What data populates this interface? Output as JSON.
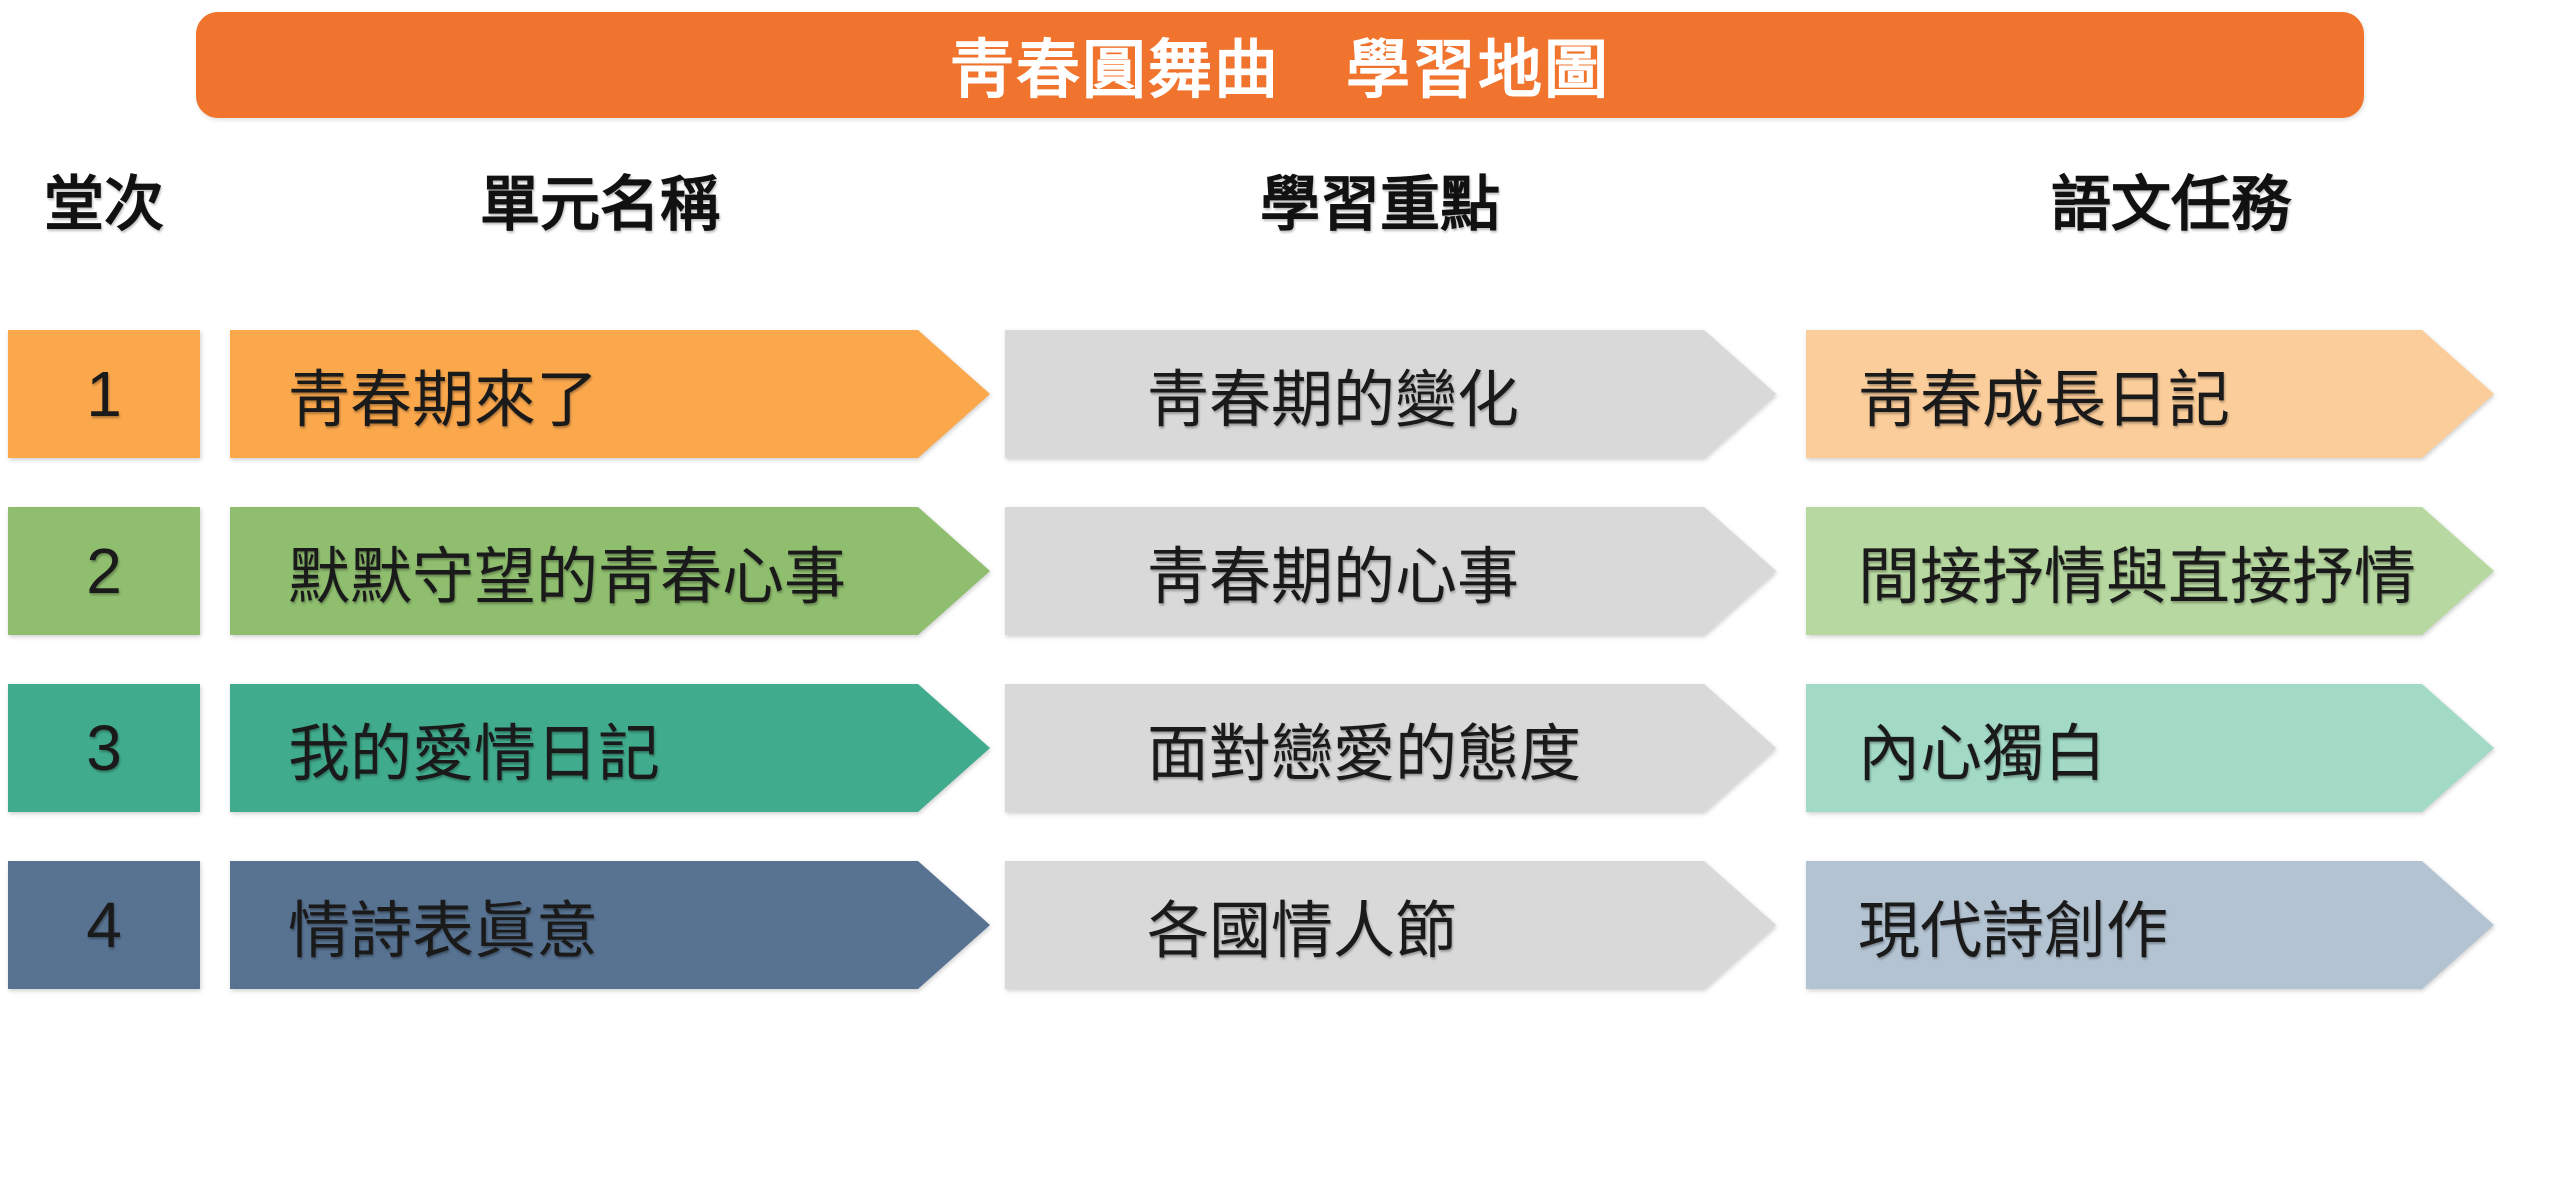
{
  "title": "靑春圓舞曲　學習地圖",
  "columns": {
    "session": "堂次",
    "unit": "單元名稱",
    "focus": "學習重點",
    "task": "語文任務"
  },
  "rows": [
    {
      "num": "1",
      "unit": "靑春期來了",
      "focus": "靑春期的變化",
      "task": "靑春成長日記",
      "color": "#FBA84D",
      "light_color": "#FBCD9A"
    },
    {
      "num": "2",
      "unit": "默默守望的靑春心事",
      "focus": "靑春期的心事",
      "task": "間接抒情與直接抒情",
      "color": "#8FBE6F",
      "light_color": "#B7D8A0"
    },
    {
      "num": "3",
      "unit": "我的愛情日記",
      "focus": "面對戀愛的態度",
      "task": "內心獨白",
      "color": "#41AC8D",
      "light_color": "#A3DAC6"
    },
    {
      "num": "4",
      "unit": "情詩表眞意",
      "focus": "各國情人節",
      "task": "現代詩創作",
      "color": "#587392",
      "light_color": "#B3C3D2"
    }
  ],
  "colors": {
    "header_bg": "#F0742E",
    "focus_bg": "#D9D9D9",
    "background": "#FFFFFF",
    "title_text": "#FFFFFF",
    "body_text": "#1A1A1A"
  }
}
